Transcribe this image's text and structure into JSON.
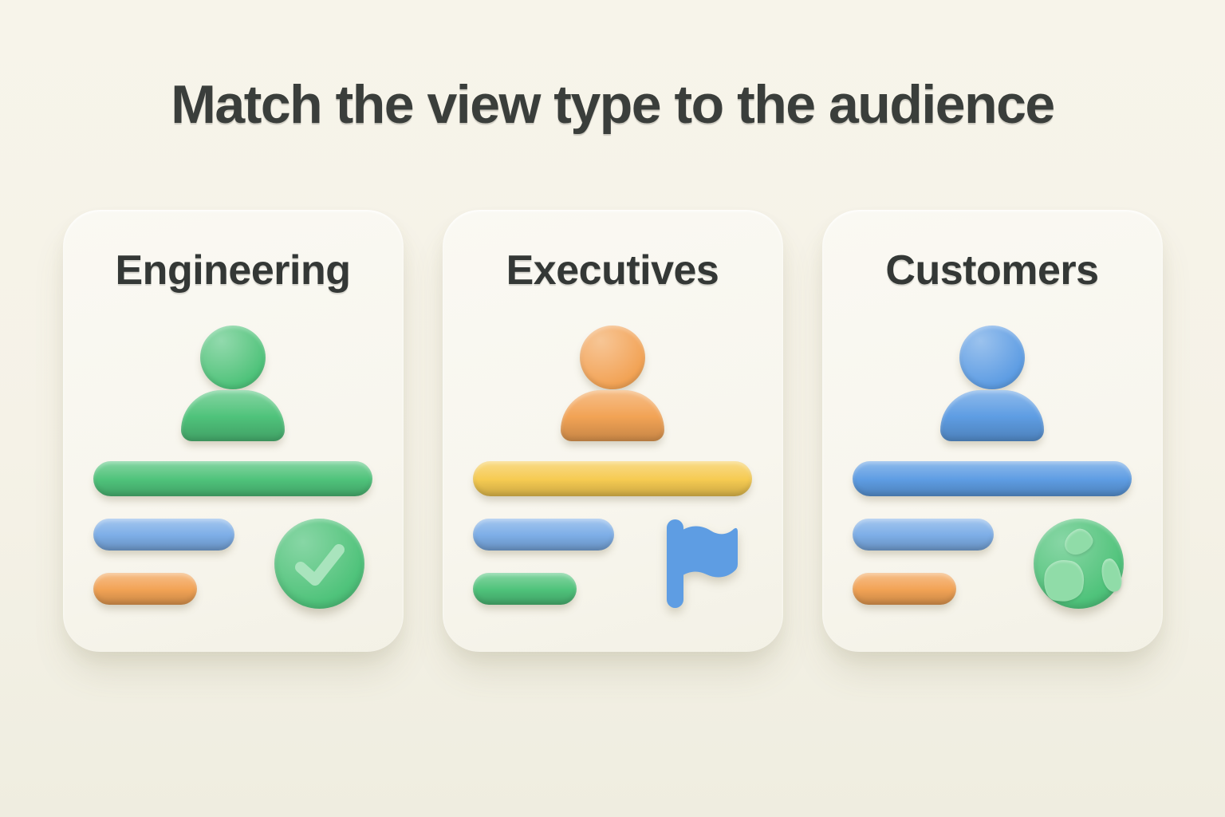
{
  "page": {
    "title": "Match the view type to the audience"
  },
  "colors": {
    "background": "#F5F2E7",
    "card": "#F9F8F1",
    "heading_text": "#3A3E3B",
    "card_label_text": "#343836",
    "green": "#4FC37B",
    "orange": "#F2A355",
    "yellow": "#F6CB52",
    "blue": "#5E9DE3",
    "light_blue": "#7DAEE7",
    "mint": "#A9E4BD",
    "globe_land": "#90DCA8"
  },
  "cards": [
    {
      "label": "Engineering",
      "person_color": "green",
      "bars": [
        {
          "name": "primary-line",
          "color": "green"
        },
        {
          "name": "secondary-line",
          "color": "light_blue"
        },
        {
          "name": "tertiary-line",
          "color": "orange"
        }
      ],
      "badge": {
        "icon": "check-icon",
        "color": "green",
        "detail_color": "mint"
      }
    },
    {
      "label": "Executives",
      "person_color": "orange",
      "bars": [
        {
          "name": "primary-line",
          "color": "yellow"
        },
        {
          "name": "secondary-line",
          "color": "light_blue"
        },
        {
          "name": "tertiary-line",
          "color": "green"
        }
      ],
      "badge": {
        "icon": "flag-icon",
        "color": "blue",
        "detail_color": "blue"
      }
    },
    {
      "label": "Customers",
      "person_color": "blue",
      "bars": [
        {
          "name": "primary-line",
          "color": "blue"
        },
        {
          "name": "secondary-line",
          "color": "light_blue"
        },
        {
          "name": "tertiary-line",
          "color": "orange"
        }
      ],
      "badge": {
        "icon": "globe-icon",
        "color": "green",
        "detail_color": "globe_land"
      }
    }
  ]
}
